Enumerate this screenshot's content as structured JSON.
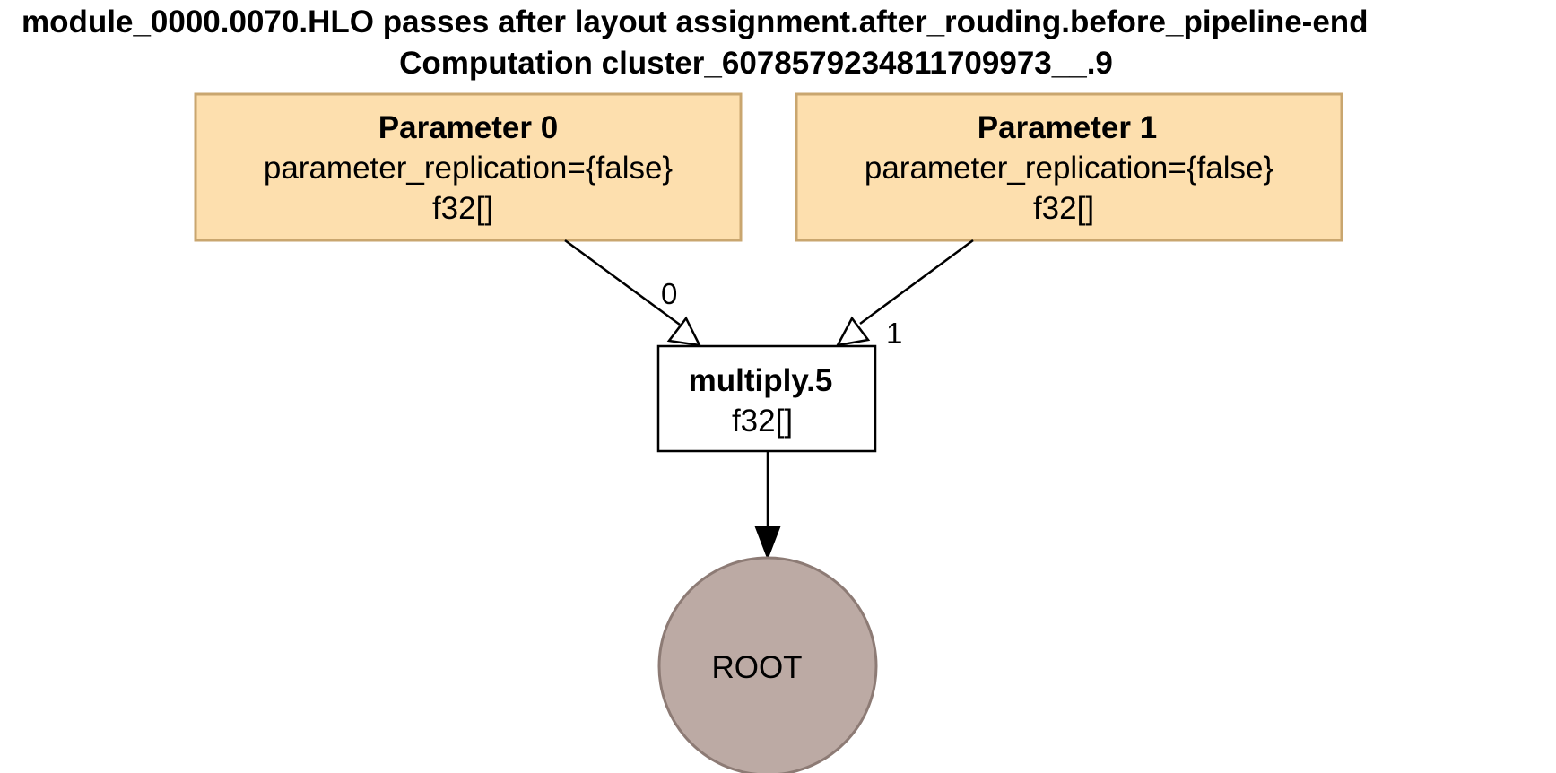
{
  "header": {
    "title_line1": "module_0000.0070.HLO passes after layout assignment.after_rouding.before_pipeline-end",
    "title_line2": "Computation cluster_6078579234811709973__.9"
  },
  "nodes": {
    "param0": {
      "title": "Parameter 0",
      "attr": "parameter_replication={false}",
      "shape": "f32[]"
    },
    "param1": {
      "title": "Parameter 1",
      "attr": "parameter_replication={false}",
      "shape": "f32[]"
    },
    "multiply": {
      "title": "multiply.5",
      "shape": "f32[]"
    },
    "root": {
      "label": "ROOT"
    }
  },
  "edges": {
    "param0_to_multiply": "0",
    "param1_to_multiply": "1"
  },
  "colors": {
    "parameter_fill": "#fddfae",
    "parameter_stroke": "#c9a66f",
    "multiply_fill": "#ffffff",
    "multiply_stroke": "#000000",
    "root_fill": "#bcaaa4",
    "root_stroke": "#8d7b75",
    "edge_color": "#000000"
  }
}
